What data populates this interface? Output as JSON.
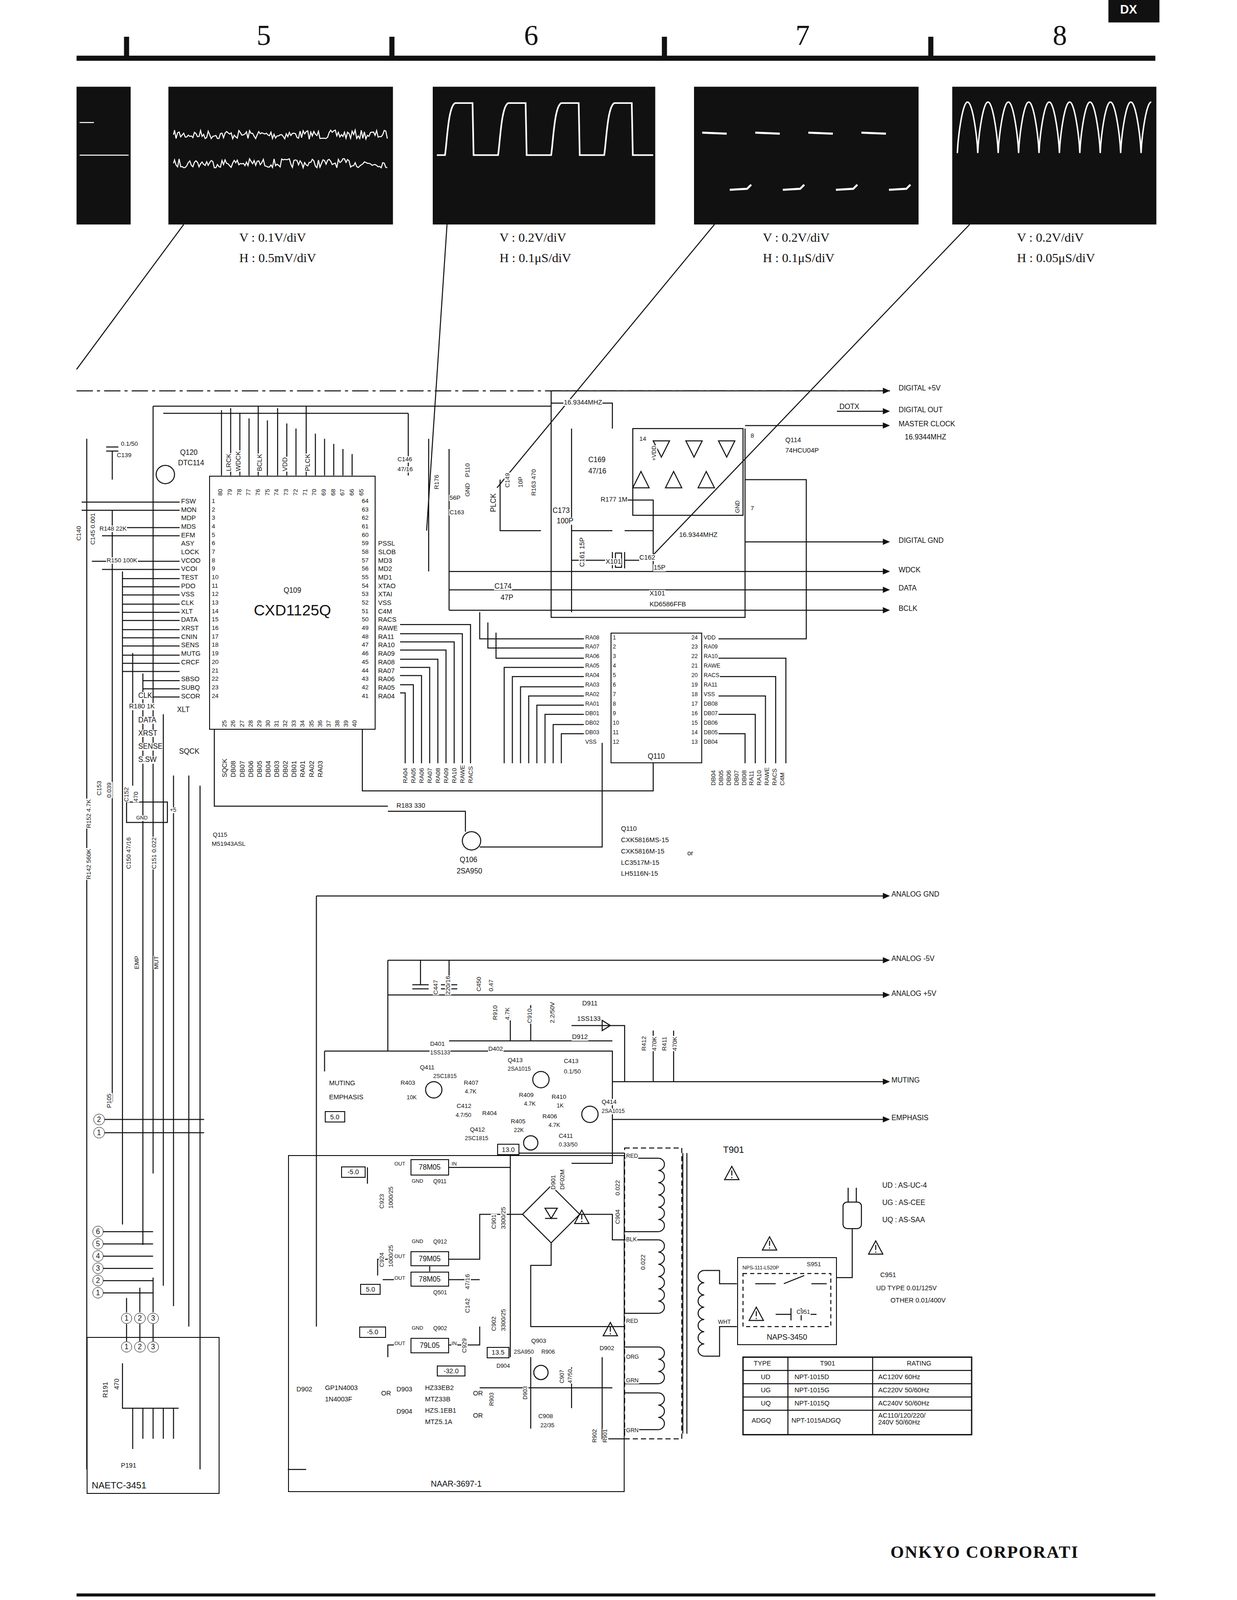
{
  "diagram": {
    "nodes": [
      {
        "text": [
          "Q109",
          "CXD1125Q"
        ]
      },
      {
        "text": [
          "Q110"
        ]
      },
      {
        "text": [
          "NAAR-3697-1"
        ]
      },
      {
        "text": [
          "78M05"
        ],
        "in": 2
      },
      {
        "text": [
          "79M05"
        ],
        "in": 2
      },
      {
        "text": [
          "78M05"
        ],
        "in": 2
      },
      {
        "text": [
          "79L05"
        ],
        "in": 2
      },
      {
        "text": [
          "NAPS-3450"
        ]
      },
      {
        "text": [
          "NAETC-3451"
        ]
      },
      {
        "text": [
          "2"
        ]
      },
      {
        "text": [
          "1"
        ]
      },
      {
        "text": [
          "6"
        ]
      },
      {
        "text": [
          "5"
        ]
      },
      {
        "text": [
          "4"
        ]
      },
      {
        "text": [
          "3"
        ]
      },
      {
        "text": [
          "2"
        ]
      },
      {
        "text": [
          "1"
        ]
      },
      {
        "text": [
          "1"
        ]
      },
      {
        "text": [
          "2"
        ]
      },
      {
        "text": [
          "3"
        ]
      },
      {
        "text": [
          "1"
        ],
        "in": 8
      },
      {
        "text": [
          "2"
        ],
        "in": 8
      },
      {
        "text": [
          "3"
        ],
        "in": 8
      },
      {
        "text": [
          "5.0"
        ]
      },
      {
        "text": [
          "13.0"
        ]
      },
      {
        "text": [
          "-5.0"
        ],
        "in": 2
      },
      {
        "text": [
          "5.0"
        ],
        "in": 2
      },
      {
        "text": [
          "-5.0"
        ],
        "in": 2
      },
      {
        "text": [
          "-32.0"
        ],
        "in": 2
      },
      {
        "text": [
          "13.5"
        ],
        "in": 2
      }
    ],
    "edges": [
      {
        "from": 0,
        "to": 1,
        "arrow": "none"
      },
      {
        "from": 4,
        "to": 5,
        "arrow": "none"
      },
      {
        "from": 17,
        "to": 20,
        "arrow": "none"
      },
      {
        "from": 18,
        "to": 21,
        "arrow": "none"
      },
      {
        "from": 19,
        "to": 22,
        "arrow": "none"
      }
    ],
    "labels": [
      "DX",
      "5",
      "6",
      "7",
      "8",
      "V : 0.1V/diV",
      "H : 0.5mV/diV",
      "V : 0.2V/diV",
      "H : 0.1μS/diV",
      "V : 0.2V/diV",
      "H : 0.1μS/diV",
      "V : 0.2V/diV",
      "H : 0.05μS/diV",
      "DIGITAL +5V",
      "DOTX",
      "DIGITAL OUT",
      "MASTER CLOCK",
      "16.9344MHZ",
      "DIGITAL GND",
      "WDCK",
      "DATA",
      "BCLK",
      "ANALOG GND",
      "ANALOG -5V",
      "ANALOG +5V",
      "MUTING",
      "EMPHASIS",
      "16.9344MHZ",
      "C169",
      "47/16",
      "C173",
      "100P",
      "R177 1M",
      "C161 15P",
      "X101",
      "C162",
      "15P",
      "16.9344MHZ",
      "X101",
      "KD6586FFB",
      "C174",
      "47P",
      "Q114",
      "74HCU04P",
      "14",
      "+VDD",
      "8",
      "7",
      "GND",
      "C146",
      "47/16",
      "R176",
      "P110",
      "GND",
      "PLCK",
      "C149",
      "10P",
      "R163 470",
      "56P",
      "C163",
      "Q120",
      "DTC114",
      "C139",
      "0.1/50",
      "LRCK",
      "WDCK",
      "BCLK",
      "VDD",
      "PLCK",
      "Q106",
      "2SA950",
      "R183 330",
      "Q110",
      "CXK5816MS-15",
      "CXK5816M-15",
      "or",
      "LC3517M-15",
      "LH5116N-15",
      "Q115",
      "M51943ASL",
      "GND",
      "+5",
      "CLK",
      "R180 1K",
      "XLT",
      "DATA",
      "XRST",
      "SENSE",
      "S.SW",
      "SQCK",
      "C153",
      "0.039",
      "C152",
      "470",
      "R152 4.7K",
      "R142 560K",
      "C150 47/16",
      "C151 0.022",
      "EMP",
      "MUT",
      "C140",
      "C145 0.001",
      "R148 22K",
      "R150 100K",
      "P105",
      "MUTING",
      "EMPHASIS",
      "D911",
      "1SS133",
      "D912",
      "R910",
      "4.7K",
      "C910",
      "2.2/50V",
      "C450",
      "0.47",
      "C447",
      "220/16",
      "R412",
      "470K",
      "R411",
      "470K",
      "D401",
      "1SS133",
      "D402",
      "Q413",
      "2SA1015",
      "C413",
      "0.1/50",
      "Q411",
      "2SC1815",
      "R403",
      "10K",
      "R407",
      "4.7K",
      "C412",
      "4.7/50",
      "R409",
      "4.7K",
      "R410",
      "1K",
      "Q414",
      "2SA1015",
      "R404",
      "R405",
      "22K",
      "R406",
      "4.7K",
      "Q412",
      "2SC1815",
      "C411",
      "0.33/50",
      "T901",
      "UD : AS-UC-4",
      "UG : AS-CEE",
      "UQ : AS-SAA",
      "C951",
      "UD TYPE 0.01/125V",
      "OTHER 0.01/400V",
      "NPS-111-L520P",
      "S951",
      "C951",
      "WHT",
      "RED",
      "BLK",
      "RED",
      "ORG",
      "GRN",
      "GRN",
      "C904",
      "0.022",
      "0.022",
      "D901",
      "DF02M",
      "C901",
      "3300/25",
      "C902",
      "3300/25",
      "C923",
      "1000/25",
      "C924",
      "1000/25",
      "C142",
      "47/16",
      "C929",
      "Q903",
      "2SA950",
      "R906",
      "D904",
      "D903",
      "R903",
      "C907",
      "47/50",
      "D902",
      "C908",
      "22/35",
      "R902",
      "R901",
      "D902",
      "GP1N4003",
      "1N4003F",
      "OR",
      "D903",
      "HZ33EB2",
      "MTZ33B",
      "OR",
      "D904",
      "HZS.1EB1",
      "MTZ5.1A",
      "OR",
      "R191",
      "470",
      "P191",
      "ONKYO CORPORATI",
      "OUT",
      "IN",
      "GND",
      "Q911",
      "GND",
      "Q912",
      "OUT",
      "OUT",
      "Q501",
      "GND",
      "Q902",
      "OUT",
      "IN",
      "TYPE",
      "T901",
      "RATING",
      "UD",
      "NPT-1015D",
      "AC120V 60Hz",
      "UG",
      "NPT-1015G",
      "AC220V 50/60Hz",
      "UQ",
      "NPT-1015Q",
      "AC240V 50/60Hz",
      "ADGQ",
      "NPT-1015ADGQ",
      "AC110/120/220/ 240V 50/60Hz",
      "FSW",
      "MON",
      "MDP",
      "MDS",
      "EFM",
      "ASY",
      "LOCK",
      "VCOO",
      "VCOI",
      "TEST",
      "PDO",
      "VSS",
      "CLK",
      "XLT",
      "DATA",
      "XRST",
      "CNIN",
      "SENS",
      "MUTG",
      "CRCF",
      "SBSO",
      "SUBQ",
      "SCOR",
      "1",
      "2",
      "3",
      "4",
      "5",
      "6",
      "7",
      "8",
      "9",
      "10",
      "11",
      "12",
      "13",
      "14",
      "15",
      "16",
      "17",
      "18",
      "19",
      "20",
      "21",
      "22",
      "23",
      "24",
      "64",
      "63",
      "62",
      "61",
      "60",
      "59",
      "58",
      "57",
      "56",
      "55",
      "54",
      "53",
      "52",
      "51",
      "50",
      "49",
      "48",
      "47",
      "46",
      "45",
      "44",
      "43",
      "42",
      "41",
      "PSSL",
      "SLOB",
      "MD3",
      "MD2",
      "MD1",
      "XTAO",
      "XTAI",
      "VSS",
      "C4M",
      "RACS",
      "RAWE",
      "RA11",
      "RA10",
      "RA09",
      "RA08",
      "RA07",
      "RA06",
      "RA05",
      "RA04",
      "80",
      "79",
      "78",
      "77",
      "76",
      "75",
      "74",
      "73",
      "72",
      "71",
      "70",
      "69",
      "68",
      "67",
      "66",
      "65",
      "25",
      "26",
      "27",
      "28",
      "29",
      "30",
      "31",
      "32",
      "33",
      "34",
      "35",
      "36",
      "37",
      "38",
      "39",
      "40",
      "SQCK",
      "DB08",
      "DB07",
      "DB06",
      "DB05",
      "DB04",
      "DB03",
      "DB02",
      "DB01",
      "RA01",
      "RA02",
      "RA03",
      "1",
      "2",
      "3",
      "4",
      "5",
      "6",
      "7",
      "8",
      "9",
      "10",
      "11",
      "12",
      "RA08",
      "RA07",
      "RA06",
      "RA05",
      "RA04",
      "RA03",
      "RA02",
      "RA01",
      "DB01",
      "DB02",
      "DB03",
      "VSS",
      "24",
      "23",
      "22",
      "21",
      "20",
      "19",
      "18",
      "17",
      "16",
      "15",
      "14",
      "13",
      "VDD",
      "RA09",
      "RA10",
      "RAWE",
      "RACS",
      "RA11",
      "VSS",
      "DB08",
      "DB07",
      "DB06",
      "DB05",
      "DB04",
      "RA04",
      "RA05",
      "RA06",
      "RA07",
      "RA08",
      "RA09",
      "RA10",
      "RAWE",
      "RACS",
      "DB04",
      "DB05",
      "DB06",
      "DB07",
      "DB08",
      "RA11",
      "RA10",
      "RAWE",
      "RACS",
      "C4M"
    ]
  }
}
